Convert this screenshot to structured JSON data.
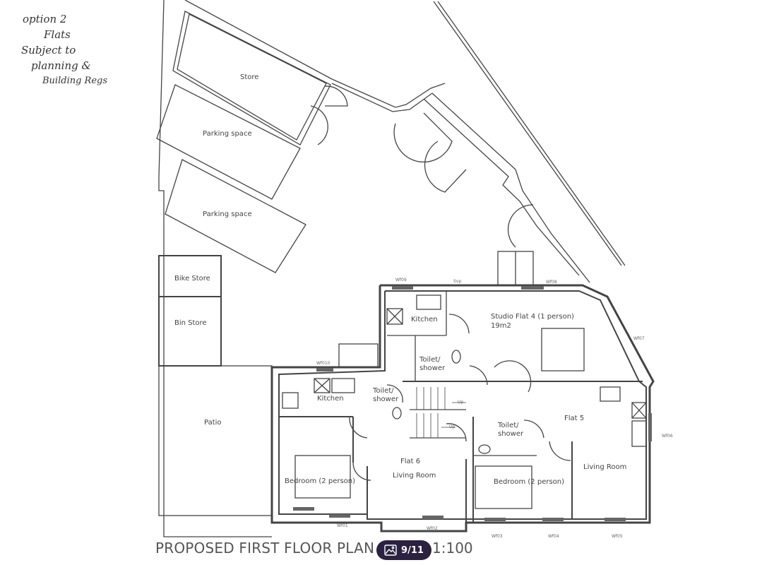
{
  "handwritten_note": {
    "lines": [
      "option 2",
      "Flats",
      "Subject to",
      "planning &",
      "Building Regs"
    ]
  },
  "drawing": {
    "title": "PROPOSED FIRST FLOOR PLAN",
    "scale": "1:100"
  },
  "rooms": {
    "store": "Store",
    "parking_1": "Parking space",
    "parking_2": "Parking space",
    "bike_store": "Bike Store",
    "bin_store": "Bin Store",
    "patio": "Patio",
    "studio_flat": "Studio Flat  4 (1 person)",
    "studio_area": "19m2",
    "studio_kitchen": "Kitchen",
    "studio_toilet": "Toilet/\nshower",
    "flat6_kitchen": "Kitchen",
    "flat6_toilet": "Toilet/\nshower",
    "flat6_name": "Flat  6",
    "flat6_living": "Living Room",
    "flat6_bedroom": "Bedroom (2 person)",
    "flat5_name": "Flat 5",
    "flat5_toilet": "Toilet/\nshower",
    "flat5_living": "Living Room",
    "flat5_bedroom": "Bedroom (2 person)",
    "stairs_up_1": "Up",
    "stairs_up_2": "Up"
  },
  "windows": {
    "w01": "Wf01",
    "w02": "Wf02",
    "w03": "Wf03",
    "w04": "Wf04",
    "w05": "Wf05",
    "w06": "Wf06",
    "w07": "Wf07",
    "w08": "Wf08",
    "w09": "Wf09",
    "w10": "Wf010",
    "svp": "Svp"
  },
  "gallery_badge": {
    "icon": "image-icon",
    "counter": "9/11"
  }
}
